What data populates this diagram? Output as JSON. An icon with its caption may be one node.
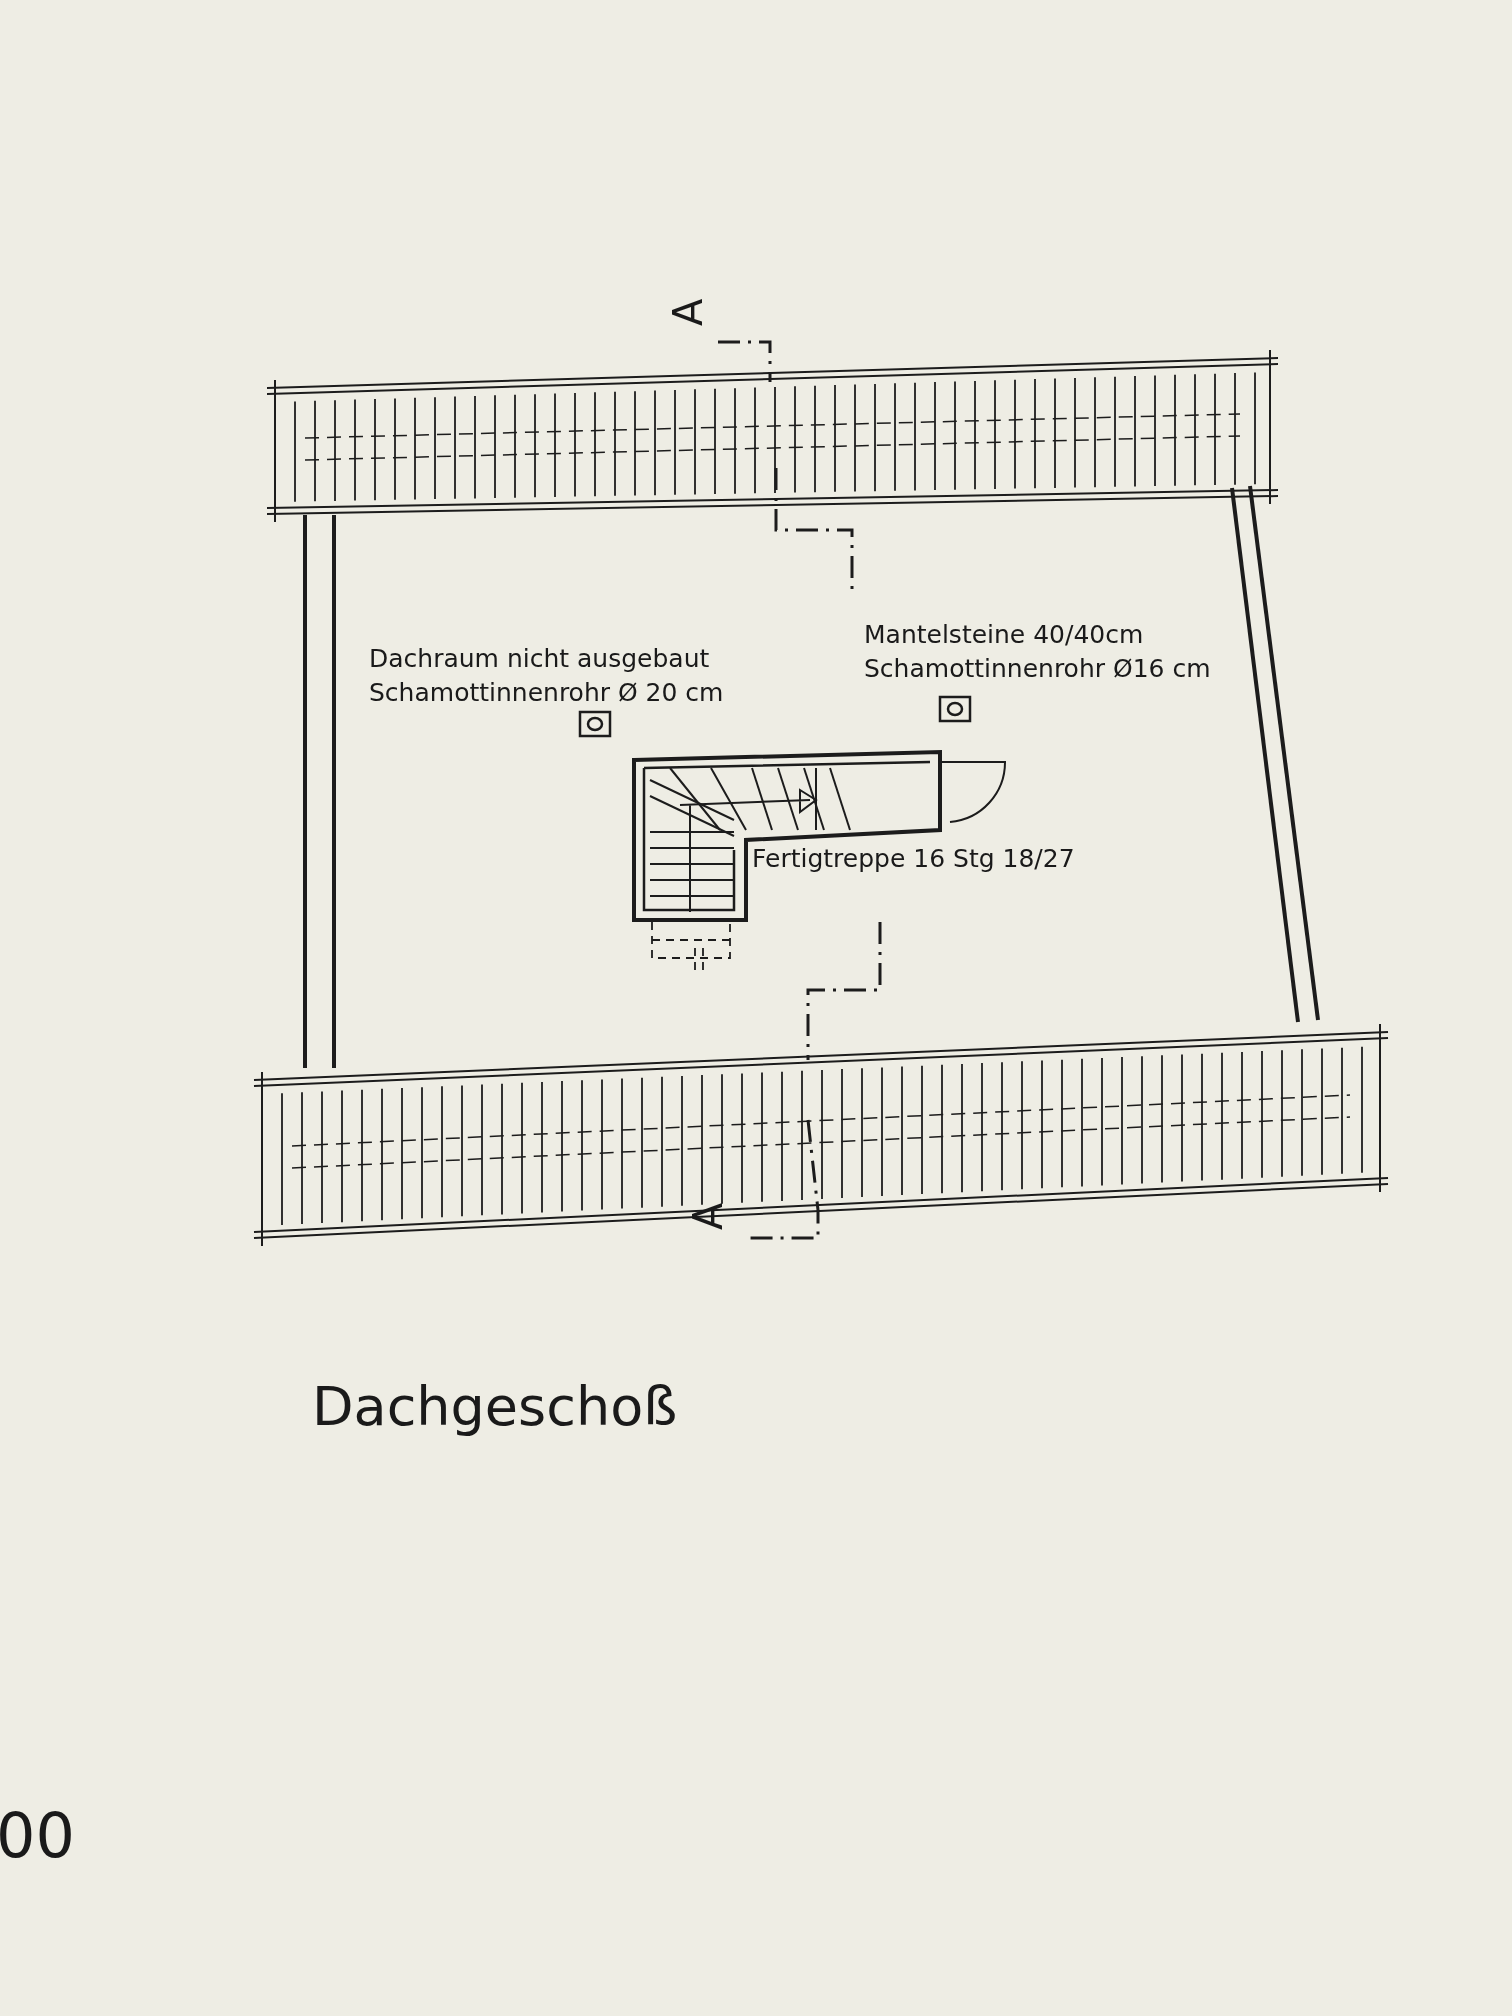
{
  "diagram": {
    "title": "Dachgeschoß",
    "labels": [
      "A",
      "Dachraum nicht ausgebaut",
      "Schamottinnenrohr Ø 20 cm",
      "Mantelsteine 40/40cm",
      "Schamottinnenrohr Ø16 cm",
      "Fertigtreppe 16 Stg 18/27",
      "A",
      "00"
    ]
  }
}
